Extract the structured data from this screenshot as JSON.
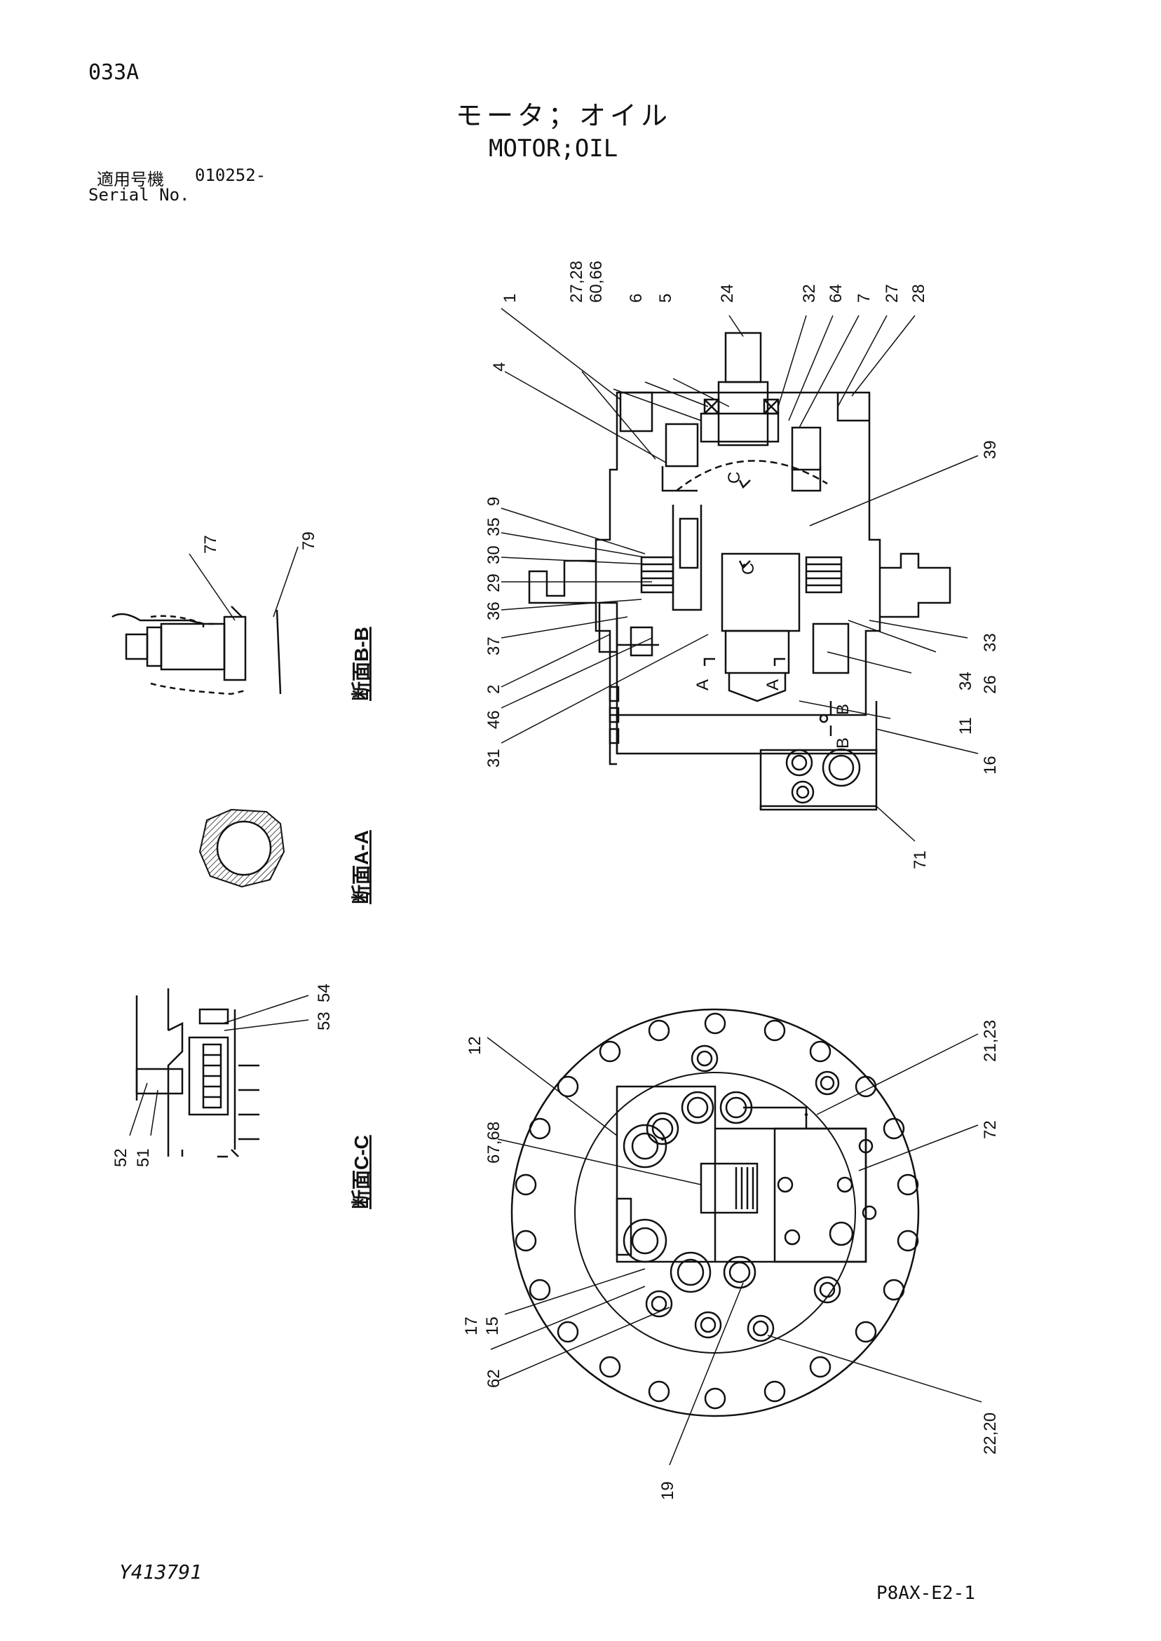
{
  "page_code": "033A",
  "title": {
    "jp": "モータ；オイル",
    "en": "MOTOR;OIL"
  },
  "serial": {
    "label_jp": "適用号機",
    "label_en": "Serial No.",
    "value": "010252-"
  },
  "section_labels": {
    "bb": "断面B-B",
    "aa": "断面A-A",
    "cc": "断面C-C"
  },
  "section_markers": {
    "a1": "A",
    "a2": "A",
    "b1": "B",
    "b2": "B",
    "c1": "C",
    "c2": "C"
  },
  "callouts": {
    "main_top": [
      "27,28",
      "60,66",
      "6",
      "5",
      "24",
      "32",
      "64",
      "7",
      "27",
      "28"
    ],
    "main_left": [
      "1",
      "4",
      "9",
      "35",
      "30",
      "29",
      "36",
      "37",
      "2",
      "46",
      "31"
    ],
    "main_right": [
      "39",
      "33",
      "34",
      "26",
      "11",
      "16",
      "71"
    ],
    "bb_view": [
      "77",
      "79"
    ],
    "cc_view": [
      "54",
      "53",
      "52",
      "51"
    ],
    "bottom_left": [
      "12",
      "67,68",
      "17",
      "15",
      "62",
      "19"
    ],
    "bottom_right": [
      "21,23",
      "72",
      "22,20"
    ]
  },
  "document_id": "Y413791",
  "page_ref": "P8AX-E2-1",
  "colors": {
    "line": "#111111",
    "background": "#ffffff"
  }
}
